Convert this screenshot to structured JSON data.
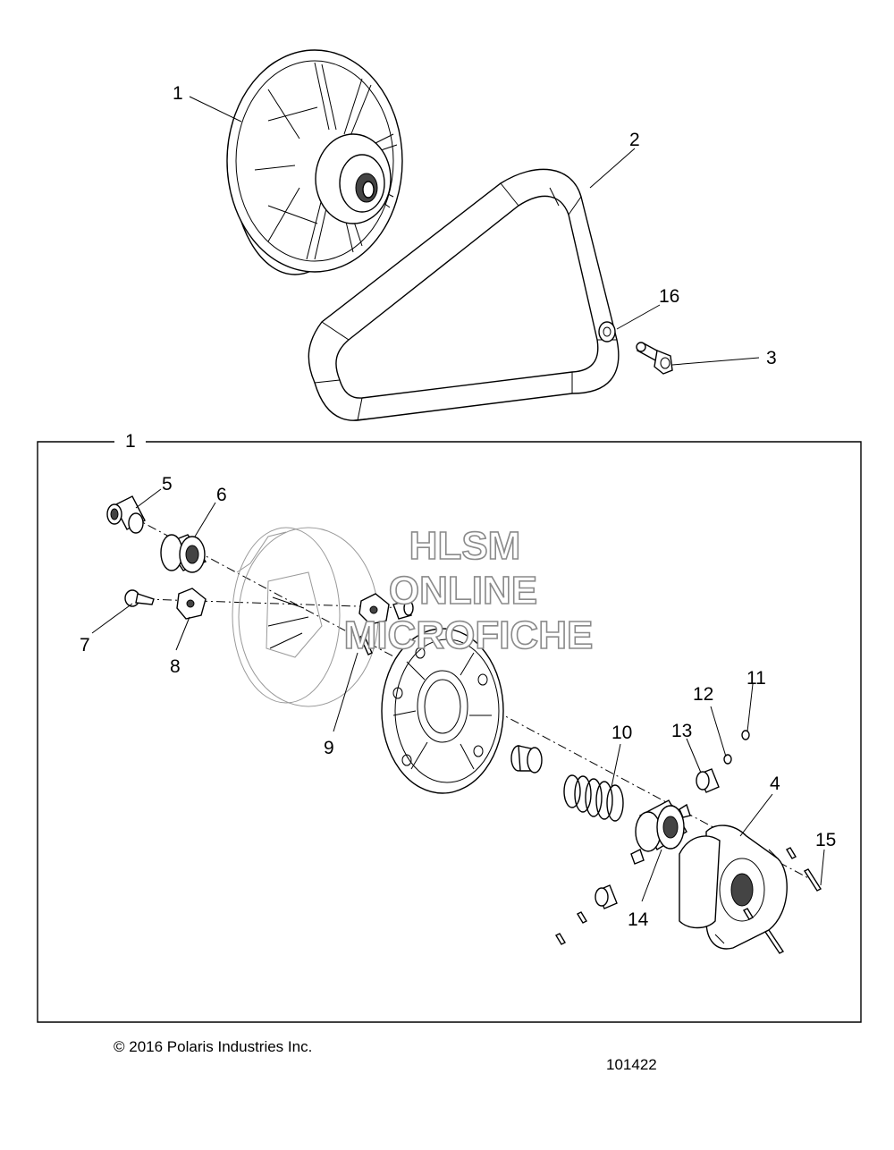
{
  "callouts": {
    "c1_top": "1",
    "c2": "2",
    "c16": "16",
    "c3": "3",
    "c1_box": "1",
    "c5": "5",
    "c6": "6",
    "c7": "7",
    "c8": "8",
    "c9": "9",
    "c10": "10",
    "c11": "11",
    "c12": "12",
    "c13": "13",
    "c4": "4",
    "c14": "14",
    "c15": "15"
  },
  "watermark": {
    "line1": "HLSM",
    "line2": "ONLINE",
    "line3": "MICROFICHE"
  },
  "footer": {
    "copyright": "© 2016 Polaris Industries Inc.",
    "figure_id": "101422"
  }
}
